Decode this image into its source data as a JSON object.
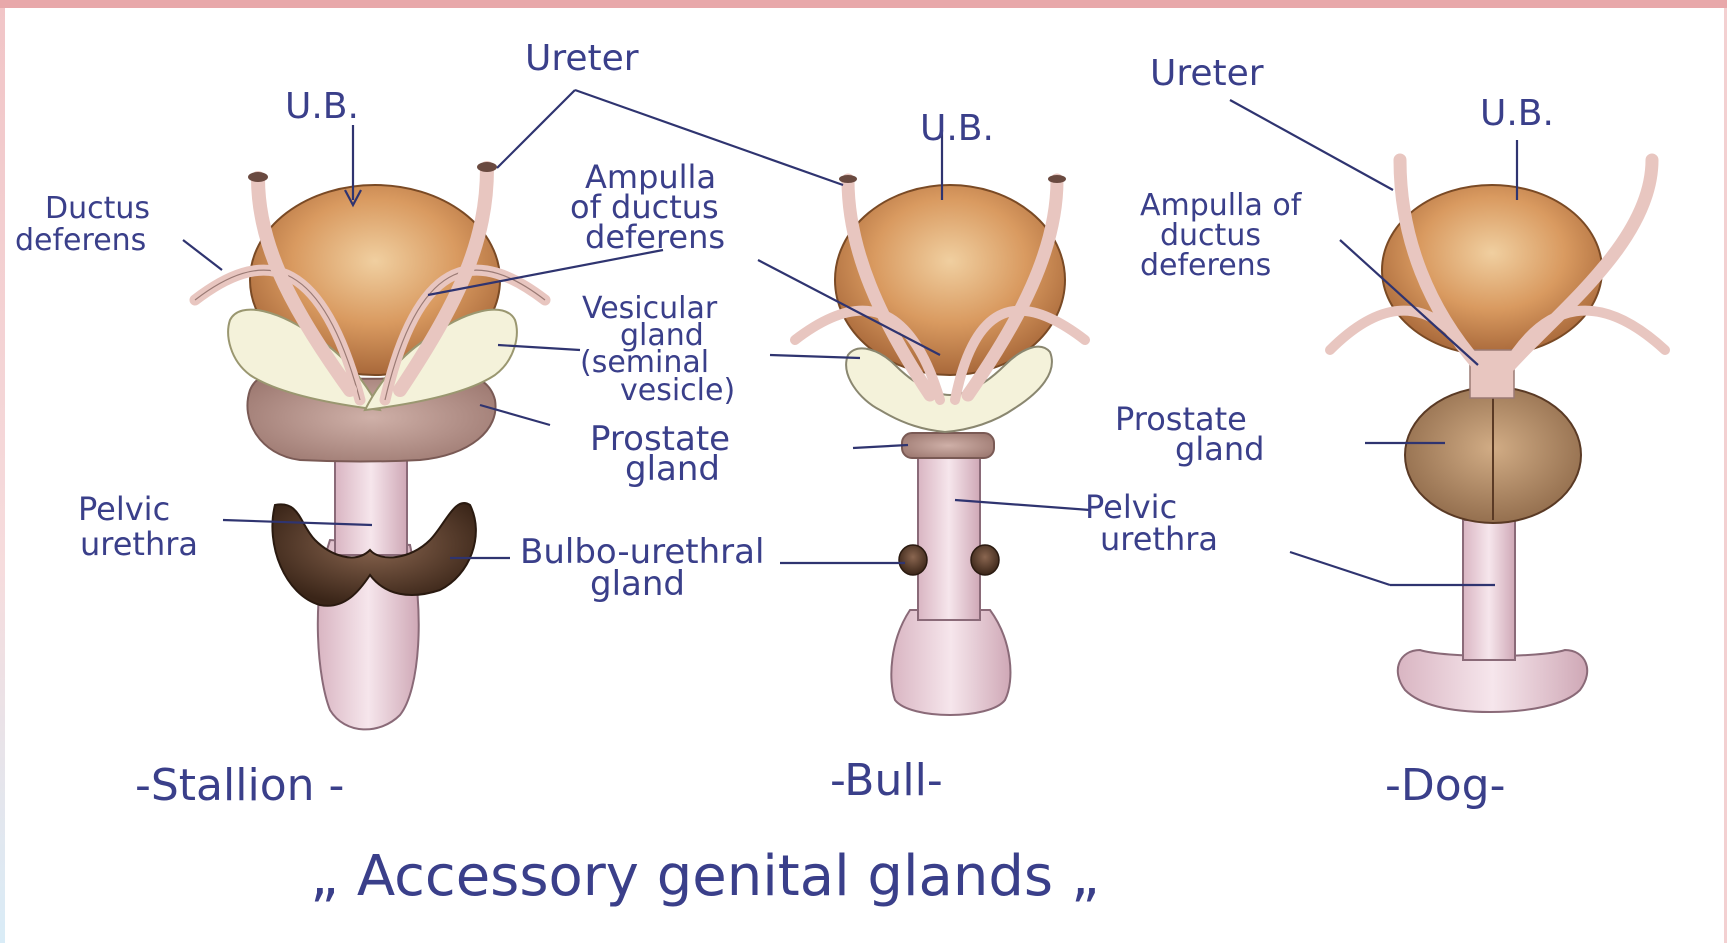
{
  "title": "„  Accessory genital glands „",
  "species": {
    "stallion": "-Stallion -",
    "bull": "-Bull-",
    "dog": "-Dog-"
  },
  "labels": {
    "stallion_ub": "U.B.",
    "ureter_top": "Ureter",
    "ductus_line1": "Ductus",
    "ductus_line2": "deferens",
    "ampulla1_line1": "Ampulla",
    "ampulla1_line2": "of ductus",
    "ampulla1_line3": "deferens",
    "vesicular_line1": "Vesicular",
    "vesicular_line2": "gland",
    "vesicular_line3": "(seminal",
    "vesicular_line4": "vesicle)",
    "prostate1_line1": "Prostate",
    "prostate1_line2": "gland",
    "pelvic1_line1": "Pelvic",
    "pelvic1_line2": "urethra",
    "bulbo_line1": "Bulbo-urethral",
    "bulbo_line2": "gland",
    "bull_ub": "U.B.",
    "pelvic2_line1": "Pelvic",
    "pelvic2_line2": "urethra",
    "dog_ureter": "Ureter",
    "dog_ub": "U.B.",
    "ampulla2_line1": "Ampulla of",
    "ampulla2_line2": "ductus",
    "ampulla2_line3": "deferens",
    "prostate2_line1": "Prostate",
    "prostate2_line2": "gland"
  },
  "colors": {
    "bladder": "#c9854a",
    "bladder_highlight": "#eecb9a",
    "duct": "#e8c6c0",
    "vesicular": "#f3f2da",
    "prostate": "#b8958e",
    "bulbo": "#5a3d2c",
    "urethra": "#f2dde4",
    "dog_prostate": "#b9906a",
    "text": "#3a3f8a"
  }
}
